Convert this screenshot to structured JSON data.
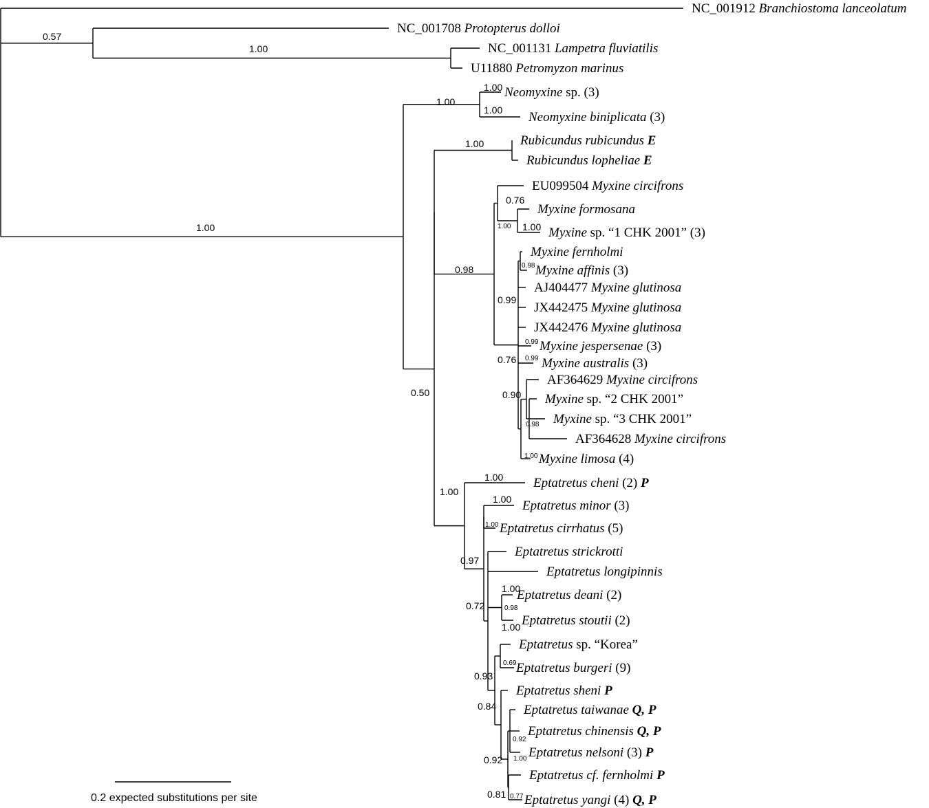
{
  "tips": [
    {
      "id": "bran",
      "parts": [
        {
          "t": "NC_001912 "
        },
        {
          "t": "Branchiostoma lanceolatum",
          "s": "i"
        }
      ]
    },
    {
      "id": "prot",
      "parts": [
        {
          "t": "NC_001708 "
        },
        {
          "t": "Protopterus dolloi",
          "s": "i"
        }
      ]
    },
    {
      "id": "lamp",
      "parts": [
        {
          "t": "NC_001131 "
        },
        {
          "t": "Lampetra fluviatilis",
          "s": "i"
        }
      ]
    },
    {
      "id": "petr",
      "parts": [
        {
          "t": "U11880 "
        },
        {
          "t": "Petromyzon marinus",
          "s": "i"
        }
      ]
    },
    {
      "id": "neosp",
      "parts": [
        {
          "t": "Neomyxine",
          "s": "i"
        },
        {
          "t": " sp. (3)"
        }
      ]
    },
    {
      "id": "neobi",
      "parts": [
        {
          "t": "Neomyxine biniplicata",
          "s": "i"
        },
        {
          "t": " (3)"
        }
      ]
    },
    {
      "id": "rubru",
      "parts": [
        {
          "t": "Rubicundus rubicundus",
          "s": "i"
        },
        {
          "t": " "
        },
        {
          "t": "E",
          "s": "bi"
        }
      ]
    },
    {
      "id": "rublo",
      "parts": [
        {
          "t": "Rubicundus lopheliae",
          "s": "i"
        },
        {
          "t": " "
        },
        {
          "t": "E",
          "s": "bi"
        }
      ]
    },
    {
      "id": "eu099504",
      "parts": [
        {
          "t": "EU099504 "
        },
        {
          "t": "Myxine circifrons",
          "s": "i"
        }
      ]
    },
    {
      "id": "myform",
      "parts": [
        {
          "t": "Myxine formosana",
          "s": "i"
        }
      ]
    },
    {
      "id": "my1chk",
      "parts": [
        {
          "t": "Myxine",
          "s": "i"
        },
        {
          "t": " sp. “1 CHK 2001” (3)"
        }
      ]
    },
    {
      "id": "myfern",
      "parts": [
        {
          "t": "Myxine fernholmi",
          "s": "i"
        }
      ]
    },
    {
      "id": "myaff",
      "parts": [
        {
          "t": "Myxine affinis",
          "s": "i"
        },
        {
          "t": " (3)"
        }
      ]
    },
    {
      "id": "aj404477",
      "parts": [
        {
          "t": "AJ404477 "
        },
        {
          "t": "Myxine glutinosa",
          "s": "i"
        }
      ]
    },
    {
      "id": "jx442475",
      "parts": [
        {
          "t": "JX442475 "
        },
        {
          "t": "Myxine glutinosa",
          "s": "i"
        }
      ]
    },
    {
      "id": "jx442476",
      "parts": [
        {
          "t": "JX442476 "
        },
        {
          "t": "Myxine glutinosa",
          "s": "i"
        }
      ]
    },
    {
      "id": "myjesp",
      "parts": [
        {
          "t": "Myxine jespersenae",
          "s": "i"
        },
        {
          "t": " (3)"
        }
      ]
    },
    {
      "id": "myaust",
      "parts": [
        {
          "t": "Myxine australis",
          "s": "i"
        },
        {
          "t": " (3)"
        }
      ]
    },
    {
      "id": "af364629",
      "parts": [
        {
          "t": "AF364629 "
        },
        {
          "t": "Myxine circifrons",
          "s": "i"
        }
      ]
    },
    {
      "id": "my2chk",
      "parts": [
        {
          "t": "Myxine",
          "s": "i"
        },
        {
          "t": " sp. “2 CHK 2001”"
        }
      ]
    },
    {
      "id": "my3chk",
      "parts": [
        {
          "t": "Myxine",
          "s": "i"
        },
        {
          "t": " sp. “3 CHK 2001”"
        }
      ]
    },
    {
      "id": "af364628",
      "parts": [
        {
          "t": "AF364628 "
        },
        {
          "t": "Myxine circifrons",
          "s": "i"
        }
      ]
    },
    {
      "id": "mylim",
      "parts": [
        {
          "t": "Myxine limosa",
          "s": "i"
        },
        {
          "t": " (4)"
        }
      ]
    },
    {
      "id": "epche",
      "parts": [
        {
          "t": "Eptatretus cheni",
          "s": "i"
        },
        {
          "t": " (2) "
        },
        {
          "t": "P",
          "s": "bi"
        }
      ]
    },
    {
      "id": "epmin",
      "parts": [
        {
          "t": "Eptatretus minor",
          "s": "i"
        },
        {
          "t": " (3)"
        }
      ]
    },
    {
      "id": "epcir",
      "parts": [
        {
          "t": "Eptatretus cirrhatus",
          "s": "i"
        },
        {
          "t": " (5)"
        }
      ]
    },
    {
      "id": "epstr",
      "parts": [
        {
          "t": "Eptatretus strickrotti",
          "s": "i"
        }
      ]
    },
    {
      "id": "eplon",
      "parts": [
        {
          "t": "Eptatretus longipinnis",
          "s": "i"
        }
      ]
    },
    {
      "id": "epdea",
      "parts": [
        {
          "t": "Eptatretus deani",
          "s": "i"
        },
        {
          "t": " (2)"
        }
      ]
    },
    {
      "id": "epsto",
      "parts": [
        {
          "t": "Eptatretus stoutii",
          "s": "i"
        },
        {
          "t": " (2)"
        }
      ]
    },
    {
      "id": "epkor",
      "parts": [
        {
          "t": "Eptatretus",
          "s": "i"
        },
        {
          "t": " sp. “Korea”"
        }
      ]
    },
    {
      "id": "epbur",
      "parts": [
        {
          "t": "Eptatretus burgeri",
          "s": "i"
        },
        {
          "t": " (9)"
        }
      ]
    },
    {
      "id": "epshe",
      "parts": [
        {
          "t": "Eptatretus sheni",
          "s": "i"
        },
        {
          "t": " "
        },
        {
          "t": "P",
          "s": "bi"
        }
      ]
    },
    {
      "id": "eptai",
      "parts": [
        {
          "t": "Eptatretus taiwanae",
          "s": "i"
        },
        {
          "t": " "
        },
        {
          "t": "Q, P",
          "s": "bi"
        }
      ]
    },
    {
      "id": "epchi",
      "parts": [
        {
          "t": "Eptatretus chinensis",
          "s": "i"
        },
        {
          "t": " "
        },
        {
          "t": "Q, P",
          "s": "bi"
        }
      ]
    },
    {
      "id": "epnel",
      "parts": [
        {
          "t": "Eptatretus nelsoni",
          "s": "i"
        },
        {
          "t": " (3) "
        },
        {
          "t": "P",
          "s": "bi"
        }
      ]
    },
    {
      "id": "epfer",
      "parts": [
        {
          "t": "Eptatretus cf. fernholmi",
          "s": "i"
        },
        {
          "t": " "
        },
        {
          "t": "P",
          "s": "bi"
        }
      ]
    },
    {
      "id": "epyan",
      "parts": [
        {
          "t": "Eptatretus yangi",
          "s": "i"
        },
        {
          "t": " (4) "
        },
        {
          "t": "Q, P",
          "s": "bi"
        }
      ]
    }
  ],
  "supports": {
    "s_protlamp": "0.57",
    "s_lamp": "1.00",
    "s_myxini": "1.00",
    "s_neo": "1.00",
    "s_neosp": "1.00",
    "s_neobi": "1.00",
    "s_rub": "1.00",
    "s_myxclade": "0.98",
    "s_eu": "0.76",
    "s_form1": "1.00",
    "s_form2": "1.00",
    "s_glut": "0.99",
    "s_fernaff": "0.98",
    "s_jesp": "0.99",
    "s_aust": "0.99",
    "s_circ": "0.76",
    "s_circ2": "0.90",
    "s_2chk": "0.98",
    "s_lim": "1.00",
    "s_rubmyx": "0.50",
    "s_ept": "1.00",
    "s_che": "1.00",
    "s_min": "1.00",
    "s_cir": "1.00",
    "s_e97": "0.97",
    "s_e72": "0.72",
    "s_dea": "1.00",
    "s_deasto": "0.98",
    "s_sto": "1.00",
    "s_e93": "0.93",
    "s_bur": "0.69",
    "s_e84": "0.84",
    "s_tai": "0.92",
    "s_nel": "1.00",
    "s_e92": "0.92",
    "s_e81": "0.81",
    "s_yan": "0.77"
  },
  "scale": {
    "label": "0.2 expected substitutions per site",
    "length": 0.2
  }
}
